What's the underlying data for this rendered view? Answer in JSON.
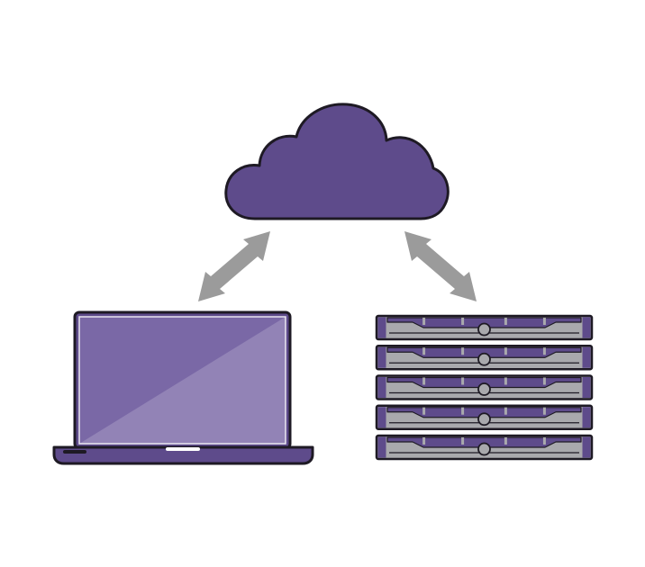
{
  "diagram": {
    "nodes": [
      {
        "id": "cloud",
        "icon": "cloud-icon"
      },
      {
        "id": "laptop",
        "icon": "laptop-icon"
      },
      {
        "id": "server-rack",
        "icon": "server-rack-icon",
        "units": 5
      }
    ],
    "connections": [
      {
        "from": "laptop",
        "to": "cloud",
        "direction": "bidirectional"
      },
      {
        "from": "server-rack",
        "to": "cloud",
        "direction": "bidirectional"
      }
    ]
  },
  "colors": {
    "purple": "#5e4b8b",
    "purple_light": "#7a68a6",
    "outline": "#1e1a24",
    "arrow": "#9b9b9b",
    "server_body": "#a9a9ad",
    "background": "#ffffff"
  }
}
